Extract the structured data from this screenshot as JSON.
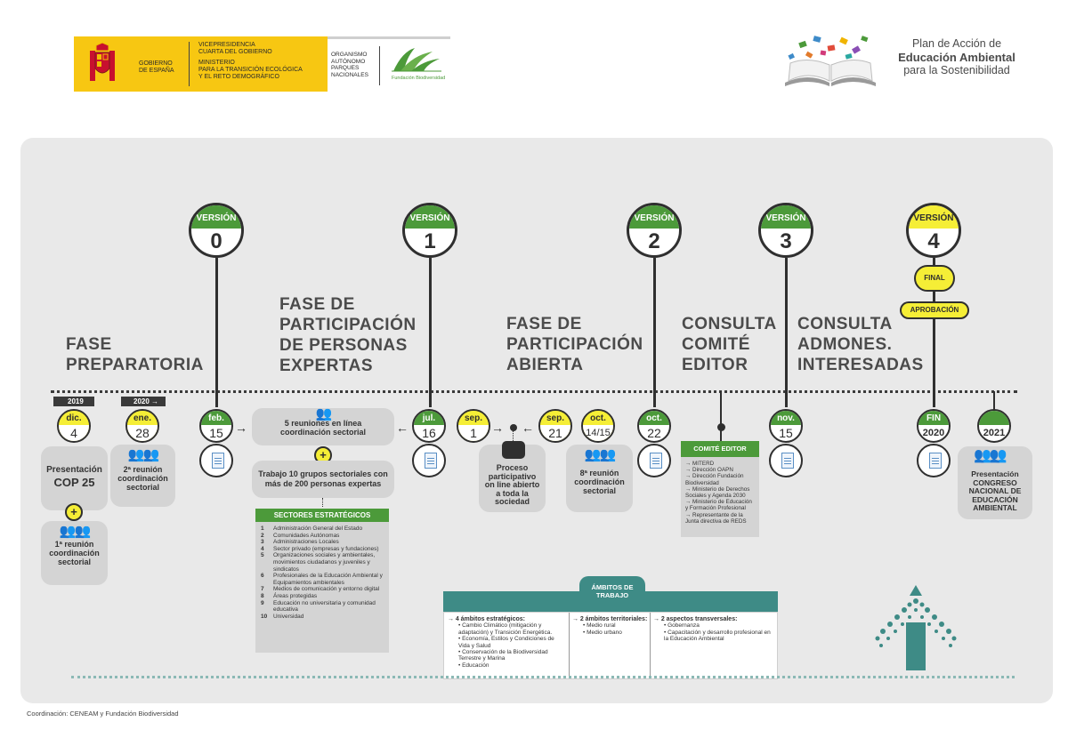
{
  "header": {
    "gov_name": [
      "GOBIERNO",
      "DE ESPAÑA"
    ],
    "ministry_lines": [
      "VICEPRESIDENCIA",
      "CUARTA DEL GOBIERNO",
      "",
      "MINISTERIO",
      "PARA LA TRANSICIÓN ECOLÓGICA",
      "Y EL RETO DEMOGRÁFICO"
    ],
    "org_lines": [
      "ORGANISMO",
      "AUTÓNOMO",
      "PARQUES",
      "NACIONALES"
    ],
    "foundation": "Fundación Biodiversidad",
    "plan_title": [
      "Plan de Acción de",
      "Educación Ambiental",
      "para la Sostenibilidad"
    ]
  },
  "phases": {
    "preparatoria": [
      "FASE",
      "PREPARATORIA"
    ],
    "expertas": [
      "FASE DE",
      "PARTICIPACIÓN",
      "DE PERSONAS",
      "EXPERTAS"
    ],
    "abierta": [
      "FASE DE",
      "PARTICIPACIÓN",
      "ABIERTA"
    ],
    "comite": [
      "CONSULTA",
      "COMITÉ",
      "EDITOR"
    ],
    "admones": [
      "CONSULTA",
      "ADMONES.",
      "INTERESADAS"
    ]
  },
  "versions": [
    {
      "label": "VERSIÓN",
      "num": "0"
    },
    {
      "label": "VERSIÓN",
      "num": "1"
    },
    {
      "label": "VERSIÓN",
      "num": "2"
    },
    {
      "label": "VERSIÓN",
      "num": "3"
    },
    {
      "label": "VERSIÓN",
      "num": "4"
    }
  ],
  "final_pill": "FINAL",
  "aprobacion_pill": "APROBACIÓN",
  "years": {
    "y2019": "2019",
    "y2020": "2020"
  },
  "dates": {
    "dic": {
      "m": "dic.",
      "d": "4"
    },
    "ene": {
      "m": "ene.",
      "d": "28"
    },
    "feb": {
      "m": "feb.",
      "d": "15"
    },
    "jul": {
      "m": "jul.",
      "d": "16"
    },
    "sep1": {
      "m": "sep.",
      "d": "1"
    },
    "sep21": {
      "m": "sep.",
      "d": "21"
    },
    "oct1415": {
      "m": "oct.",
      "d": "14/15"
    },
    "oct22": {
      "m": "oct.",
      "d": "22"
    },
    "nov": {
      "m": "nov.",
      "d": "15"
    },
    "fin": {
      "m": "FIN",
      "d": "2020"
    },
    "y2021": {
      "d": "2021"
    }
  },
  "cards": {
    "cop25": [
      "Presentación",
      "COP 25"
    ],
    "reunion1": [
      "1ª reunión",
      "coordinación",
      "sectorial"
    ],
    "reunion2": [
      "2ª reunión",
      "coordinación",
      "sectorial"
    ],
    "reuniones5": [
      "5 reuniones en línea",
      "coordinación sectorial"
    ],
    "trabajo10": [
      "Trabajo 10 grupos sectoriales con",
      "más de 200 personas expertas"
    ],
    "proceso": [
      "Proceso",
      "participativo",
      "on line abierto",
      "a toda la",
      "sociedad"
    ],
    "reunion8": [
      "8ª reunión",
      "coordinación",
      "sectorial"
    ],
    "congreso": [
      "Presentación",
      "CONGRESO",
      "NACIONAL DE",
      "EDUCACIÓN",
      "AMBIENTAL"
    ]
  },
  "sectores": {
    "title": "SECTORES ESTRATÉGICOS",
    "items": [
      {
        "n": "1",
        "t": "Administración General del Estado"
      },
      {
        "n": "2",
        "t": "Comunidades Autónomas"
      },
      {
        "n": "3",
        "t": "Administraciones Locales"
      },
      {
        "n": "4",
        "t": "Sector privado (empresas y fundaciones)"
      },
      {
        "n": "5",
        "t": "Organizaciones sociales y ambientales, movimientos ciudadanos y juveniles y sindicatos"
      },
      {
        "n": "6",
        "t": "Profesionales de la Educación Ambiental y Equipamientos ambientales"
      },
      {
        "n": "7",
        "t": "Medios de comunicación y entorno digital"
      },
      {
        "n": "8",
        "t": "Áreas protegidas"
      },
      {
        "n": "9",
        "t": "Educación no universitaria y comunidad educativa"
      },
      {
        "n": "10",
        "t": "Universidad"
      }
    ]
  },
  "comite": {
    "title": "COMITÉ EDITOR",
    "items": [
      "MITERD",
      "Dirección OAPN",
      "Dirección Fundación Biodiversidad",
      "Ministerio de Derechos Sociales y Agenda 2030",
      "Ministerio de Educación y Formación Profesional",
      "Representante de la Junta directiva de REDS"
    ]
  },
  "ambitos": {
    "title": [
      "ÁMBITOS DE",
      "TRABAJO"
    ],
    "col1_head": "4 ámbitos estratégicos:",
    "col1": [
      "Cambio Climático (mitigación y adaptación) y Transición Energética.",
      "Economía, Estilos y Condiciones de Vida y Salud",
      "Conservación de la Biodiversidad Terrestre y Marina",
      "Educación"
    ],
    "col2_head": "2 ámbitos territoriales:",
    "col2": [
      "Medio rural",
      "Medio urbano"
    ],
    "col3_head": "2 aspectos transversales:",
    "col3": [
      "Gobernanza",
      "Capacitación y desarrollo profesional en la Educación Ambiental"
    ]
  },
  "footer": "Coordinación: CENEAM y Fundación Biodiversidad",
  "colors": {
    "green": "#4c9a3a",
    "yellow": "#f5ee36",
    "teal": "#3e8b86",
    "panel": "#e9e9e9"
  }
}
